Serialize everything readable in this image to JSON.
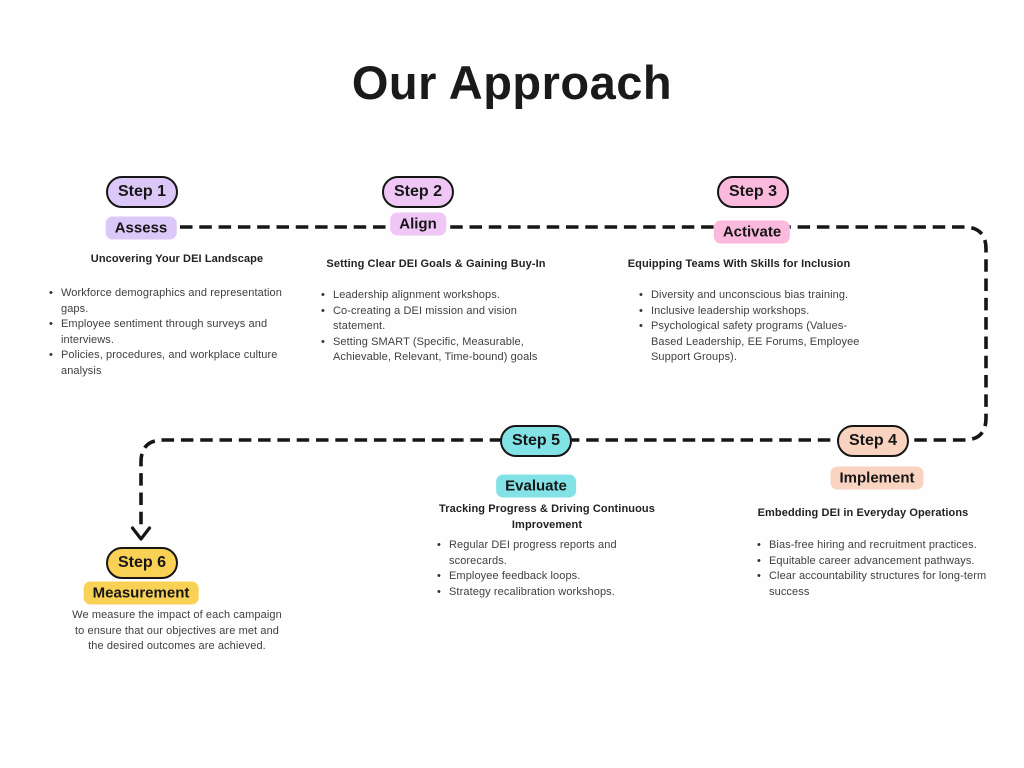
{
  "page": {
    "title": "Our Approach",
    "background": "#fefefe",
    "ink": "#161616"
  },
  "steps": [
    {
      "pill": "Step 1",
      "label": "Assess",
      "color": "#dcc8f8",
      "heading": "Uncovering Your DEI Landscape",
      "bullets": [
        "Workforce demographics and representation gaps.",
        "Employee sentiment through surveys and interviews.",
        "Policies, procedures, and workplace culture analysis"
      ]
    },
    {
      "pill": "Step 2",
      "label": "Align",
      "color": "#f0c6f7",
      "heading": "Setting Clear DEI Goals & Gaining Buy-In",
      "bullets": [
        "Leadership alignment workshops.",
        "Co-creating a DEI mission and vision statement.",
        "Setting SMART (Specific, Measurable, Achievable, Relevant, Time-bound) goals"
      ]
    },
    {
      "pill": "Step 3",
      "label": "Activate",
      "color": "#fbb9dd",
      "heading": "Equipping Teams With Skills for Inclusion",
      "bullets": [
        "Diversity and unconscious bias training.",
        "Inclusive leadership workshops.",
        "Psychological safety programs (Values-Based Leadership, EE Forums, Employee Support Groups)."
      ]
    },
    {
      "pill": "Step 4",
      "label": "Implement",
      "color": "#fad2c0",
      "heading": "Embedding DEI in Everyday Operations",
      "bullets": [
        "Bias-free hiring and recruitment practices.",
        "Equitable career advancement pathways.",
        "Clear accountability structures for long-term success"
      ]
    },
    {
      "pill": "Step 5",
      "label": "Evaluate",
      "color": "#82e2e6",
      "heading": "Tracking Progress & Driving Continuous Improvement",
      "bullets": [
        "Regular DEI progress reports and scorecards.",
        "Employee feedback loops.",
        "Strategy recalibration workshops."
      ]
    },
    {
      "pill": "Step 6",
      "label": "Measurement",
      "color": "#f8d155",
      "description": "We measure the impact of each campaign to ensure that our objectives are met and the desired outcomes are achieved."
    }
  ]
}
